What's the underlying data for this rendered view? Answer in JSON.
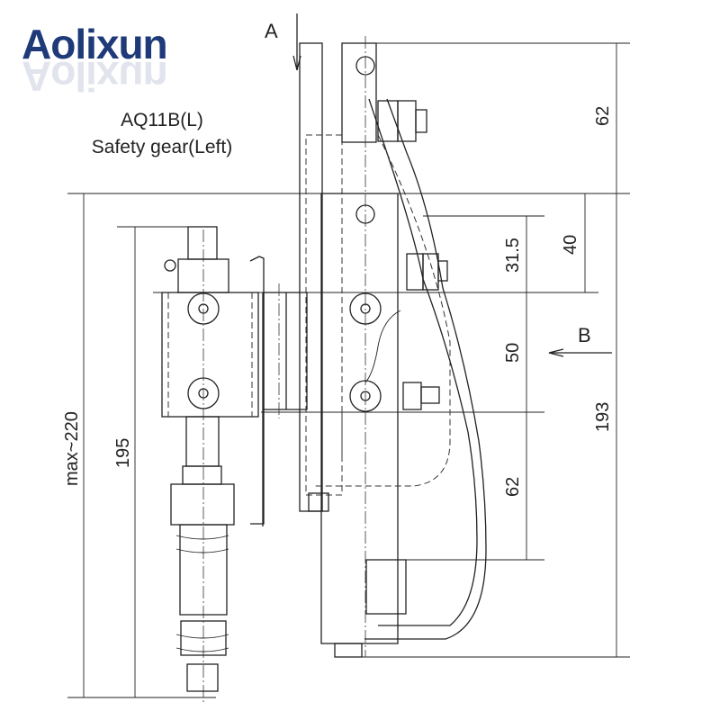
{
  "brand": {
    "logo_text": "Aolixun"
  },
  "title": {
    "model": "AQ11B(L)",
    "name": "Safety gear(Left)"
  },
  "views": {
    "a": "A",
    "b": "B"
  },
  "dimensions": {
    "top_62": "62",
    "d40": "40",
    "d31_5": "31.5",
    "d50": "50",
    "mid_62": "62",
    "d193": "193",
    "d195": "195",
    "max220": "max~220"
  },
  "colors": {
    "brand": "#1f3a78",
    "line": "#222222"
  }
}
